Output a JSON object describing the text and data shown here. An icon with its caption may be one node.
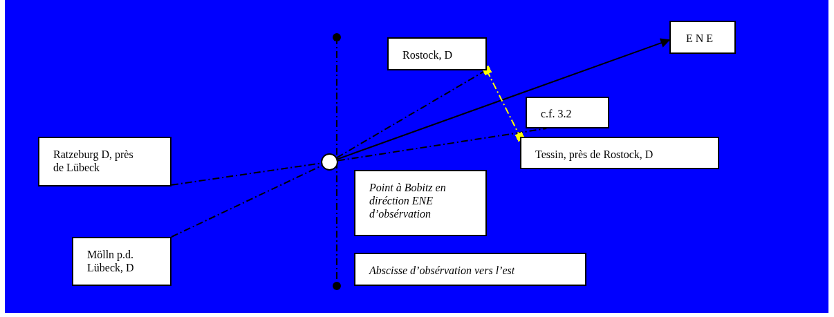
{
  "diagram": {
    "nodes": [
      {
        "text": [
          "E N E"
        ]
      },
      {
        "text": [
          "Rostock, D"
        ]
      },
      {
        "text": [
          "c.f. 3.2"
        ]
      },
      {
        "text": [
          "Ratzeburg D, près de Lübeck"
        ]
      },
      {
        "text": [
          "Tessin, près de Rostock, D"
        ]
      },
      {
        "text": [],
        "shape": "circle"
      },
      {
        "text": [
          "Point à Bobitz en diréction ENE d’obsérvation"
        ]
      },
      {
        "text": [
          "Mölln p.d. Lübeck, D"
        ]
      },
      {
        "text": [
          "Abscisse d’obsérvation vers l’est"
        ]
      }
    ],
    "edges": [
      {
        "from": 3,
        "to": 5,
        "arrow": "none",
        "style": "dashed"
      },
      {
        "from": 7,
        "to": 5,
        "arrow": "none",
        "style": "dashed"
      },
      {
        "from": 5,
        "to": 1,
        "arrow": "none",
        "style": "dashed"
      },
      {
        "from": 5,
        "to": 2,
        "arrow": "none",
        "style": "dashed"
      },
      {
        "from": 5,
        "to": 0,
        "arrow": "to"
      },
      {
        "from": 1,
        "to": 4,
        "arrow": "other",
        "style": "dashed",
        "color": "#ffff00"
      }
    ]
  }
}
